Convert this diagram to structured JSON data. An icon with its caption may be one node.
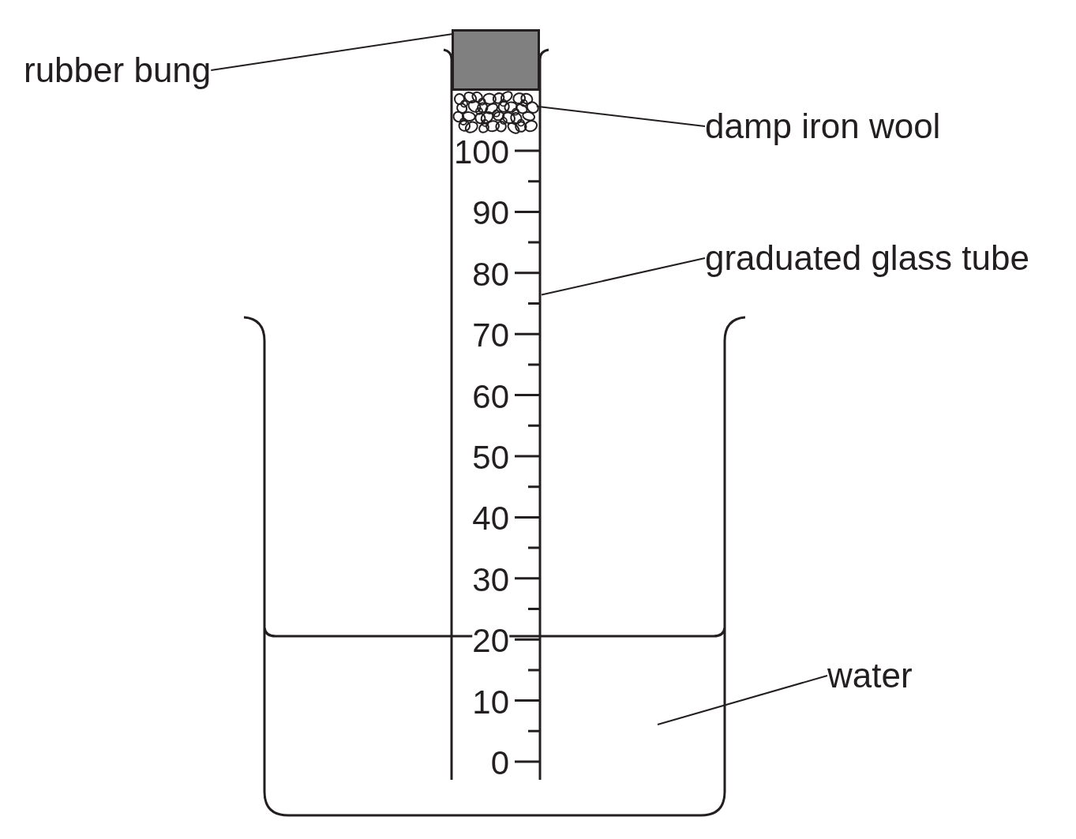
{
  "diagram": {
    "nodes": [
      {
        "text": [
          "rubber bung"
        ]
      },
      {
        "text": [],
        "shape": "box"
      },
      {
        "text": [],
        "shape": "cylinder"
      },
      {
        "text": [
          "damp iron wool"
        ]
      },
      {
        "text": [],
        "shape": "picture",
        "in": 2
      },
      {
        "text": [
          "graduated glass tube"
        ]
      },
      {
        "text": [
          "water"
        ]
      }
    ],
    "edges": [
      {
        "from": 0,
        "to": 1,
        "arrow": "none"
      },
      {
        "from": 3,
        "to": 4,
        "arrow": "none"
      },
      {
        "from": 5,
        "to": 2,
        "arrow": "none"
      },
      {
        "from": 6,
        "to": null,
        "arrow": "none"
      }
    ],
    "labels": [
      "100",
      "90",
      "80",
      "70",
      "60",
      "50",
      "40",
      "30",
      "20",
      "10",
      "0"
    ]
  }
}
